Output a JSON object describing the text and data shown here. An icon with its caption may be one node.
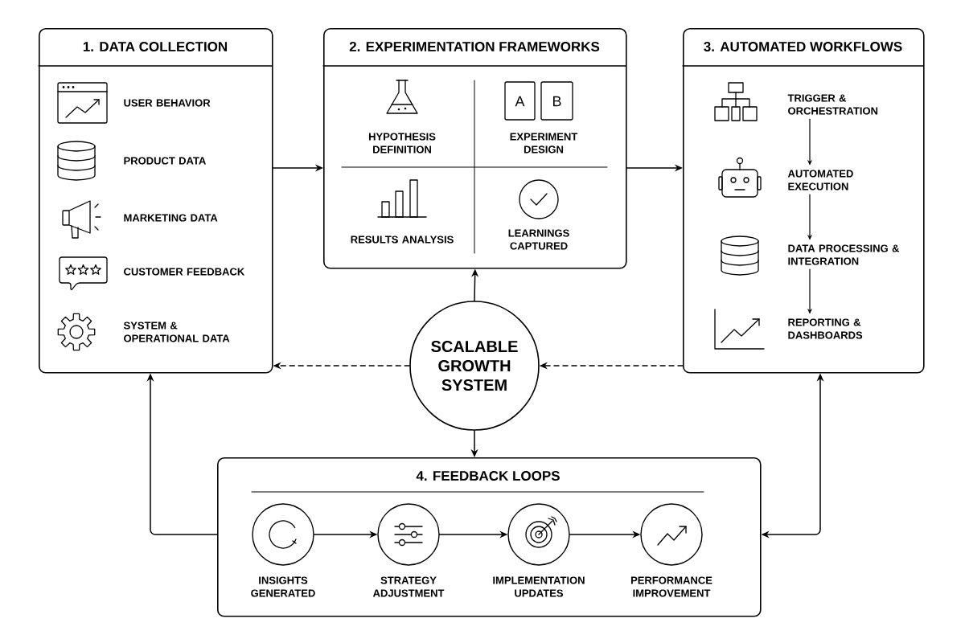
{
  "diagram": {
    "nodes": [
      {
        "text": [
          "1. DATA COLLECTION",
          "USER BEHAVIOR",
          "PRODUCT DATA",
          "MARKETING DATA",
          "CUSTOMER FEEDBACK",
          "SYSTEM & OPERATIONAL DATA"
        ]
      },
      {
        "text": [
          "2. EXPERIMENTATION FRAMEWORKS",
          "HYPOTHESIS DEFINITION",
          "EXPERIMENT DESIGN",
          "RESULTS ANALYSIS",
          "LEARNINGS CAPTURED"
        ]
      },
      {
        "text": [
          "3. AUTOMATED WORKFLOWS"
        ]
      },
      {
        "text": [
          "TRIGGER & ORCHESTRATION"
        ],
        "in": 2
      },
      {
        "text": [
          "AUTOMATED EXECUTION"
        ],
        "in": 2
      },
      {
        "text": [
          "DATA PROCESSING & INTEGRATION"
        ],
        "in": 2
      },
      {
        "text": [
          "REPORTING & DASHBOARDS"
        ],
        "in": 2
      },
      {
        "text": [
          "SCALABLE GROWTH SYSTEM"
        ]
      },
      {
        "text": [
          "4. FEEDBACK LOOPS"
        ]
      },
      {
        "text": [
          "INSIGHTS GENERATED"
        ],
        "in": 8
      },
      {
        "text": [
          "STRATEGY ADJUSTMENT"
        ],
        "in": 8
      },
      {
        "text": [
          "IMPLEMENTATION UPDATES"
        ],
        "in": 8
      },
      {
        "text": [
          "PERFORMANCE IMPROVEMENT"
        ],
        "in": 8
      }
    ],
    "edges": [
      {
        "from": 0,
        "to": 1,
        "arrow": "to"
      },
      {
        "from": 1,
        "to": 2,
        "arrow": "to"
      },
      {
        "from": 3,
        "to": 4,
        "arrow": "to"
      },
      {
        "from": 4,
        "to": 5,
        "arrow": "to"
      },
      {
        "from": 5,
        "to": 6,
        "arrow": "to"
      },
      {
        "from": 7,
        "to": 1,
        "arrow": "to"
      },
      {
        "from": 7,
        "to": 0,
        "arrow": "to",
        "style": "dashed"
      },
      {
        "from": 2,
        "to": 7,
        "arrow": "to",
        "style": "dashed"
      },
      {
        "from": 7,
        "to": 8,
        "arrow": "to"
      },
      {
        "from": 8,
        "to": 0,
        "arrow": "to"
      },
      {
        "from": 2,
        "to": 8,
        "arrow": "both"
      },
      {
        "from": 9,
        "to": 10,
        "arrow": "to"
      },
      {
        "from": 10,
        "to": 11,
        "arrow": "to"
      },
      {
        "from": 11,
        "to": 12,
        "arrow": "to"
      }
    ],
    "labels": [
      "A",
      "B"
    ]
  }
}
